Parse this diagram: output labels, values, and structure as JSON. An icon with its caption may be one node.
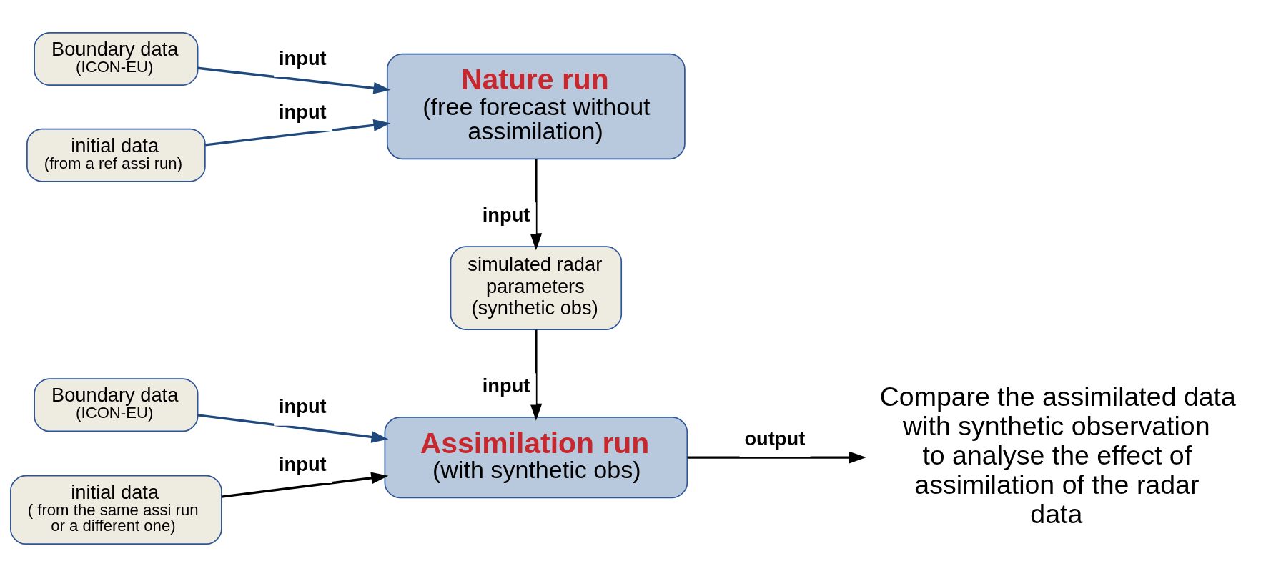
{
  "diagram": {
    "nodes": [
      {
        "text": [
          "Boundary data",
          "(ICON-EU)"
        ]
      },
      {
        "text": [
          "initial data",
          "(from a ref assi run)"
        ]
      },
      {
        "text": [
          "Nature run",
          "(free forecast without assimilation)"
        ]
      },
      {
        "text": [
          "simulated radar parameters (synthetic obs)"
        ]
      },
      {
        "text": [
          "Boundary data",
          "(ICON-EU)"
        ]
      },
      {
        "text": [
          "initial data",
          "( from the same assi run or a different one)"
        ]
      },
      {
        "text": [
          "Assimilation run",
          "(with synthetic obs)"
        ]
      },
      {
        "text": [
          "Compare the assimilated data with synthetic observation to analyse the effect of assimilation of the radar data"
        ]
      }
    ],
    "edges": [
      {
        "from": 0,
        "to": 2,
        "arrow": "to",
        "label": "input",
        "color": "#1f497d"
      },
      {
        "from": 1,
        "to": 2,
        "arrow": "to",
        "label": "input",
        "color": "#1f497d"
      },
      {
        "from": 2,
        "to": 3,
        "arrow": "to",
        "label": "input"
      },
      {
        "from": 3,
        "to": 6,
        "arrow": "to",
        "label": "input"
      },
      {
        "from": 4,
        "to": 6,
        "arrow": "to",
        "label": "input",
        "color": "#1f497d"
      },
      {
        "from": 5,
        "to": 6,
        "arrow": "to",
        "label": "input"
      },
      {
        "from": 6,
        "to": 7,
        "arrow": "to",
        "label": "output"
      }
    ]
  }
}
